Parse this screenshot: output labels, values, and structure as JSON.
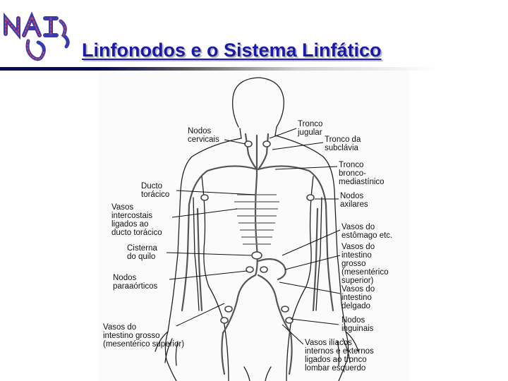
{
  "title": "Linfonodos e o Sistema Linfático",
  "logo": {
    "text": "NAI"
  },
  "diagram": {
    "labels": {
      "nodos_cervicais": "Nodos\ncervicais",
      "tronco_jugular": "Tronco\njugular",
      "tronco_subclavia": "Tronco da\nsubclávia",
      "tronco_broncomediastinico": "Tronco\nbronco-\nmediastínico",
      "ducto_toracico": "Ducto\ntorácico",
      "nodos_axilares": "Nodos\naxilares",
      "vasos_intercostais": "Vasos\nintercostais\nligados ao\nducto torácico",
      "vasos_estomago": "Vasos do\nestômago etc.",
      "cisterna_quilo": "Cisterna\ndo quilo",
      "vasos_intestino_grosso_sup": "Vasos do\nintestino\ngrosso\n(mesentérico\nsuperior)",
      "nodos_paraaorticos": "Nodos\nparaaórticos",
      "vasos_intestino_delgado": "Vasos do\nintestino\ndelgado",
      "vasos_intestino_grosso_inf": "Vasos do\nintestino grosso\n(mesentérico superior)",
      "nodos_inguinais": "Nodos\ninguinais",
      "vasos_iliacos": "Vasos ilíacos\ninternos e externos\nligados ao tronco\nlombar esquerdo"
    }
  }
}
